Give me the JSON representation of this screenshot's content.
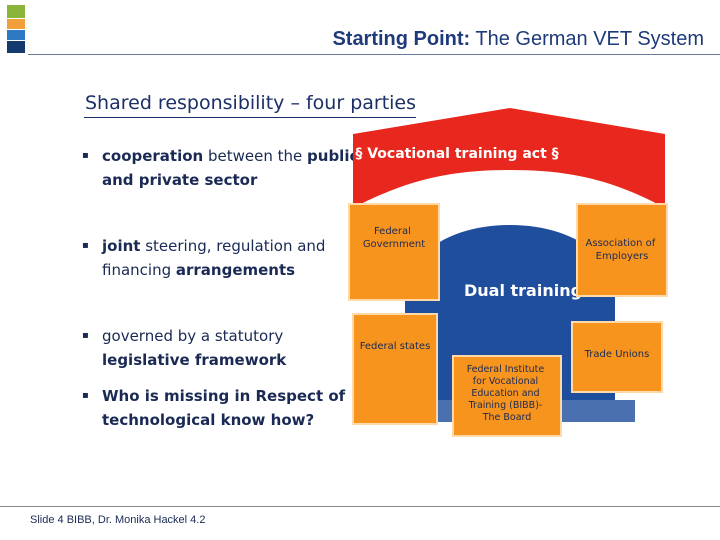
{
  "header": {
    "title_bold": "Starting Point:",
    "title_rest": " The German VET System"
  },
  "subtitle": "Shared responsibility – four parties",
  "bullets": [
    {
      "parts": [
        {
          "t": "cooperation",
          "b": true
        },
        {
          "t": " between the ",
          "b": false
        },
        {
          "t": "public and private sector",
          "b": true
        }
      ]
    },
    {
      "parts": [
        {
          "t": "joint",
          "b": true
        },
        {
          "t": " steering, regulation and financing ",
          "b": false
        },
        {
          "t": "arrangements",
          "b": true
        }
      ]
    },
    {
      "parts": [
        {
          "t": "governed by a statutory ",
          "b": false
        },
        {
          "t": "legislative framework",
          "b": true
        }
      ]
    },
    {
      "parts": [
        {
          "t": "Who is missing in Respect of technological know how?",
          "b": true
        }
      ]
    }
  ],
  "bullet_mark": "▪",
  "diagram": {
    "roof_label": "§ Vocational training act §",
    "center_label": "Dual training",
    "boxes": {
      "federal_government": "Federal Government",
      "association_employers": "Association of Employers",
      "federal_states": "Federal states",
      "trade_unions": "Trade Unions",
      "federal_institute": "Federal Institute for Vocational Education and Training (BIBB)- The Board"
    },
    "colors": {
      "roof": "#e8281e",
      "orange": "#f7941d",
      "blue": "#1f4e9c"
    }
  },
  "footer": "Slide 4 BIBB, Dr. Monika Hackel 4.2"
}
